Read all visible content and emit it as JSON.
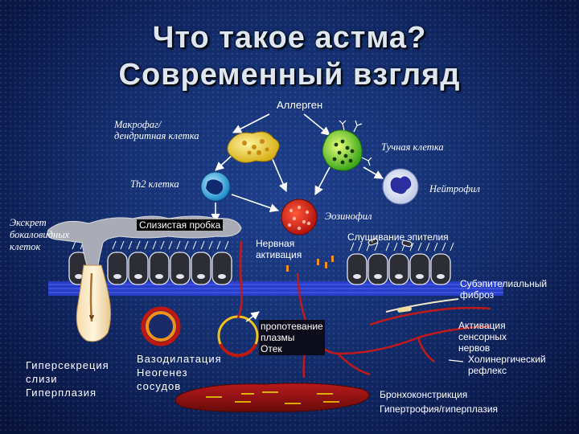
{
  "title": {
    "line1": "Что такое астма?",
    "line2": "Современный взгляд"
  },
  "labels": {
    "allergen": "Аллерген",
    "macrophage": "Макрофаг/\nдендритная клетка",
    "mast_cell": "Тучная клетка",
    "th2": "Th2 клетка",
    "neutrophil": "Нейтрофил",
    "eosinophil": "Эозинофил",
    "goblet_secretion": "Экскрет\nбокаловидных\nклеток",
    "mucus_plug": "Слизистая пробка",
    "nerve_activation": "Нервная\nактивация",
    "epithelial_shedding": "Слущивание эпителия",
    "subepithelial_fibrosis": "Субэпителиальный\nфиброз",
    "plasma_leak": "пропотевание\nплазмы\nОтек",
    "sensory_activation": "Активация\nсенсорных\nнервов",
    "cholinergic_reflex": "Холинергический\nрефлекс",
    "hypersecretion": "Гиперсекреция\nслизи\nГиперплазия",
    "vasodilation": "Вазодилатация\nНеогенез\nсосудов",
    "bronchoconstriction": "Бронхоконстрикция",
    "hypertrophy": "Гипертрофия/гиперплазия"
  },
  "colors": {
    "background": "#163275",
    "epithelium": "#2d2d36",
    "membrane": "#2a3fd0",
    "muscle": "#9c0f14",
    "nerve": "#c11a1a"
  }
}
